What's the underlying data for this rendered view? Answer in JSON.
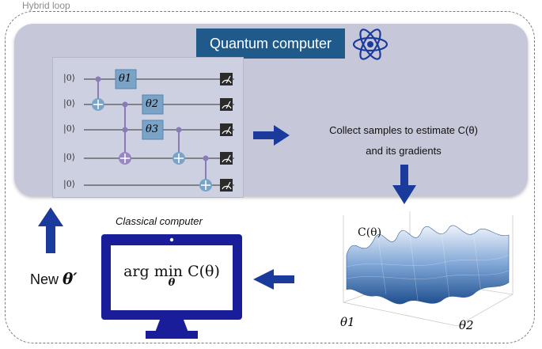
{
  "hybrid_loop": {
    "label": "Hybrid loop"
  },
  "quantum": {
    "title": "Quantum computer",
    "qubits": [
      "|0⟩",
      "|0⟩",
      "|0⟩",
      "|0⟩",
      "|0⟩"
    ],
    "gates": [
      "θ1",
      "θ2",
      "θ3"
    ]
  },
  "collect": {
    "line1": "Collect samples to estimate C(θ)",
    "line2": "and its gradients"
  },
  "classical": {
    "label": "Classical computer",
    "expression_main": "arg min C(θ)",
    "expression_sub": "θ"
  },
  "feedback": {
    "label": "New",
    "symbol": "θ′"
  },
  "surface": {
    "label": "C(θ)",
    "axis_x": "θ1",
    "axis_y": "θ2"
  },
  "colors": {
    "arrow": "#1a3a9c",
    "panel": "#c6c8da",
    "title_bg": "#1f5a8a",
    "monitor": "#1a1d9a",
    "gate": "#7aa3c8"
  }
}
